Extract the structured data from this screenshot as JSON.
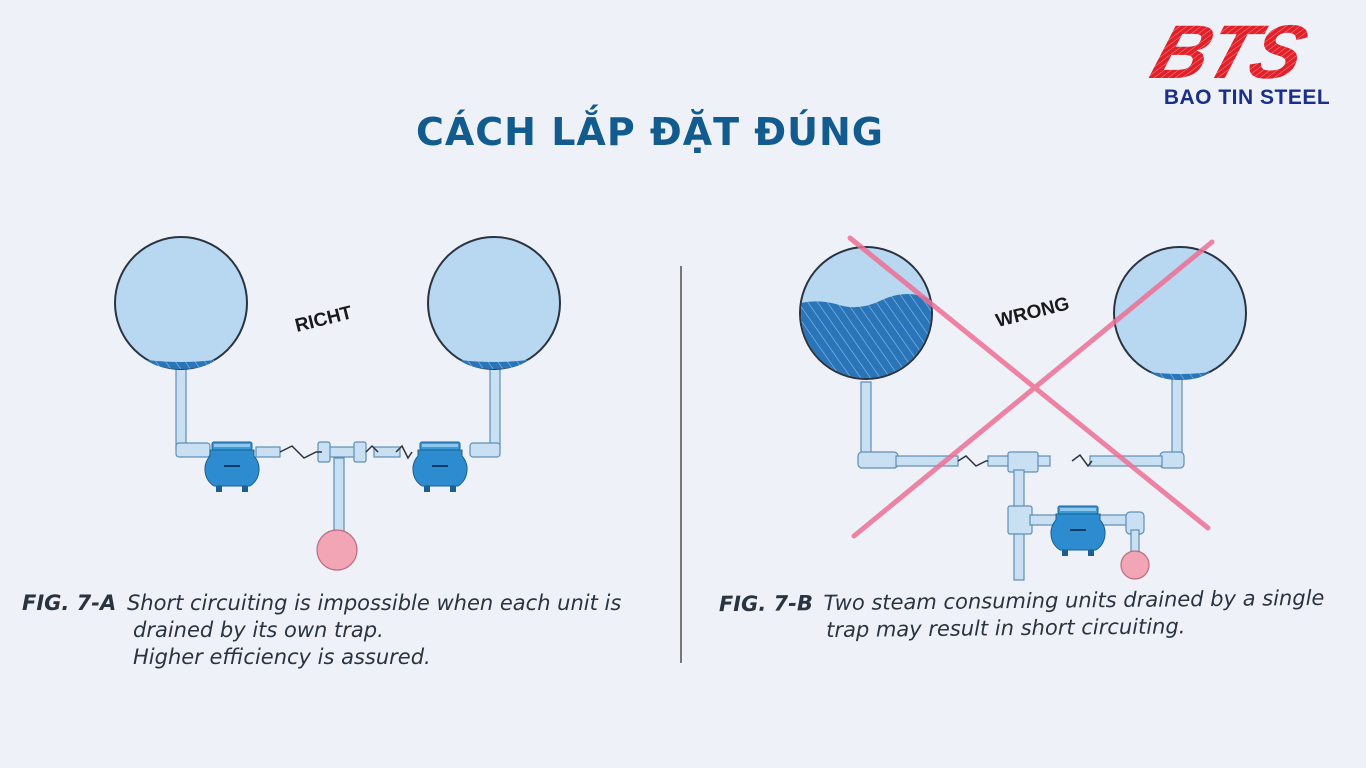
{
  "heading": "CÁCH LẮP ĐẶT ĐÚNG",
  "logo": {
    "mark": "BTS",
    "name": "BAO TIN STEEL",
    "mark_color": "#e0202a",
    "name_color": "#1a2f8a"
  },
  "figure_a": {
    "label": "RICHT",
    "fig": "FIG. 7-A",
    "caption_line1": "Short circuiting is impossible when each unit is",
    "caption_line2": "drained by its own trap.",
    "caption_line3": "Higher efficiency is assured."
  },
  "figure_b": {
    "label": "WRONG",
    "fig": "FIG. 7-B",
    "caption_line1": "Two steam consuming units drained by a single",
    "caption_line2": "trap may result in short circuiting."
  },
  "colors": {
    "tank_fill": "#b8d8f2",
    "water": "#2a74b8",
    "pipe": "#c8e0f2",
    "trap": "#2c8ccf",
    "drain_ball": "#f2a5b4",
    "cross": "#ef6f95"
  }
}
